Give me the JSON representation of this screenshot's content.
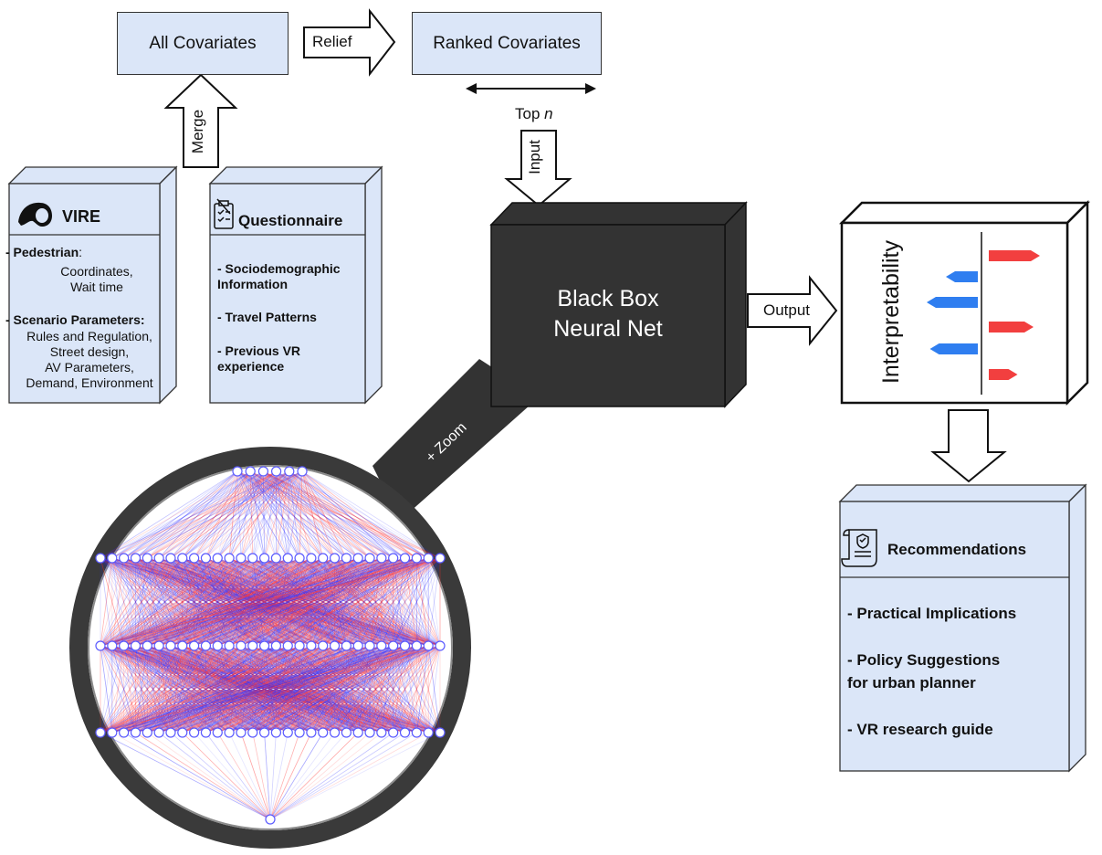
{
  "top": {
    "all_covariates": "All Covariates",
    "relief": "Relief",
    "ranked_covariates": "Ranked Covariates",
    "top_n_prefix": "Top",
    "top_n_var": "n",
    "merge": "Merge",
    "input": "Input",
    "output": "Output"
  },
  "vire": {
    "title": "VIRE",
    "pedestrian_label": "- Pedestrian",
    "pedestrian_colon": ":",
    "pedestrian_items": [
      "Coordinates,",
      "Wait time"
    ],
    "scenario_label": "- Scenario Parameters:",
    "scenario_items": [
      "Rules and Regulation,",
      "Street design,",
      "AV Parameters,",
      "Demand, Environment"
    ]
  },
  "questionnaire": {
    "title": "Questionnaire",
    "items": [
      [
        "- Sociodemographic",
        "Information"
      ],
      [
        "- Travel Patterns"
      ],
      [
        "- Previous VR",
        "experience"
      ]
    ]
  },
  "black_box": {
    "line1": "Black Box",
    "line2": "Neural Net",
    "zoom": "+ Zoom"
  },
  "interpretability": {
    "label": "Interpretability",
    "bars": [
      {
        "side": "right",
        "value": 0.8,
        "color": "#f23f3f"
      },
      {
        "side": "left",
        "value": 0.5,
        "color": "#2f7ef0"
      },
      {
        "side": "left",
        "value": 0.8,
        "color": "#2f7ef0"
      },
      {
        "side": "right",
        "value": 0.7,
        "color": "#f23f3f"
      },
      {
        "side": "left",
        "value": 0.75,
        "color": "#2f7ef0"
      },
      {
        "side": "right",
        "value": 0.45,
        "color": "#f23f3f"
      }
    ]
  },
  "recommendations": {
    "title": "Recommendations",
    "items": [
      [
        "- Practical Implications"
      ],
      [
        "- Policy Suggestions",
        "for urban planner"
      ],
      [
        "- VR research guide"
      ]
    ]
  },
  "neural_net": {
    "layers": [
      6,
      30,
      30,
      30,
      1
    ],
    "positive_color": "#ff2a2a",
    "negative_color": "#2a2aff"
  },
  "colors": {
    "box_fill": "#dbe6f8",
    "black_box": "#333333",
    "ring": "#3a3a3a"
  }
}
